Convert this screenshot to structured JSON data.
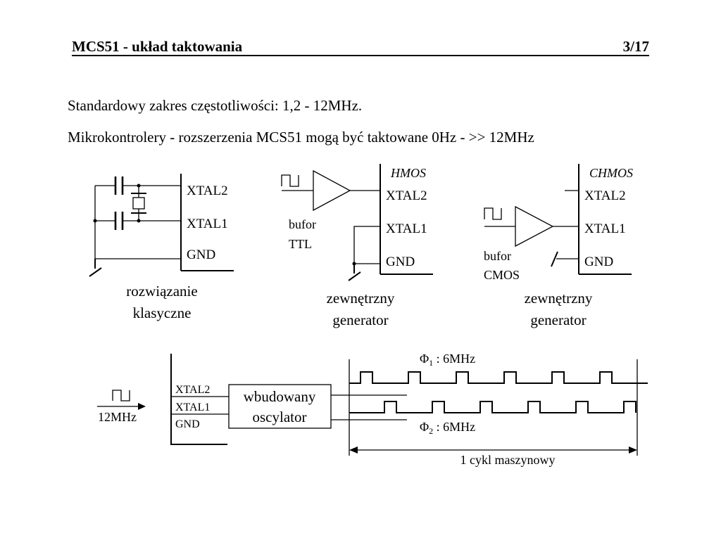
{
  "header": {
    "title": "MCS51 - układ taktowania",
    "page": "3/17"
  },
  "body": {
    "line1": "Standardowy zakres częstotliwości: 1,2 - 12MHz.",
    "line2": "Mikrokontrolery - rozszerzenia MCS51 mogą być taktowane 0Hz - >> 12MHz"
  },
  "circuit_classic": {
    "pins": [
      "XTAL2",
      "XTAL1",
      "GND"
    ],
    "caption": [
      "rozwiązanie",
      "klasyczne"
    ]
  },
  "circuit_hmos": {
    "tech": "HMOS",
    "pins": [
      "XTAL2",
      "XTAL1",
      "GND"
    ],
    "buffer": [
      "bufor",
      "TTL"
    ],
    "caption": [
      "zewnętrzny",
      "generator"
    ]
  },
  "circuit_chmos": {
    "tech": "CHMOS",
    "pins": [
      "XTAL2",
      "XTAL1",
      "GND"
    ],
    "buffer": [
      "bufor",
      "CMOS"
    ],
    "caption": [
      "zewnętrzny",
      "generator"
    ]
  },
  "oscillator": {
    "pins": [
      "XTAL2",
      "XTAL1",
      "GND"
    ],
    "input_freq": "12MHz",
    "block": [
      "wbudowany",
      "oscylator"
    ],
    "phi1": {
      "symbol": "Φ",
      "sub": "1",
      "freq": " : 6MHz"
    },
    "phi2": {
      "symbol": "Φ",
      "sub": "2",
      "freq": " : 6MHz"
    },
    "cycle_label": "1 cykl maszynowy"
  }
}
